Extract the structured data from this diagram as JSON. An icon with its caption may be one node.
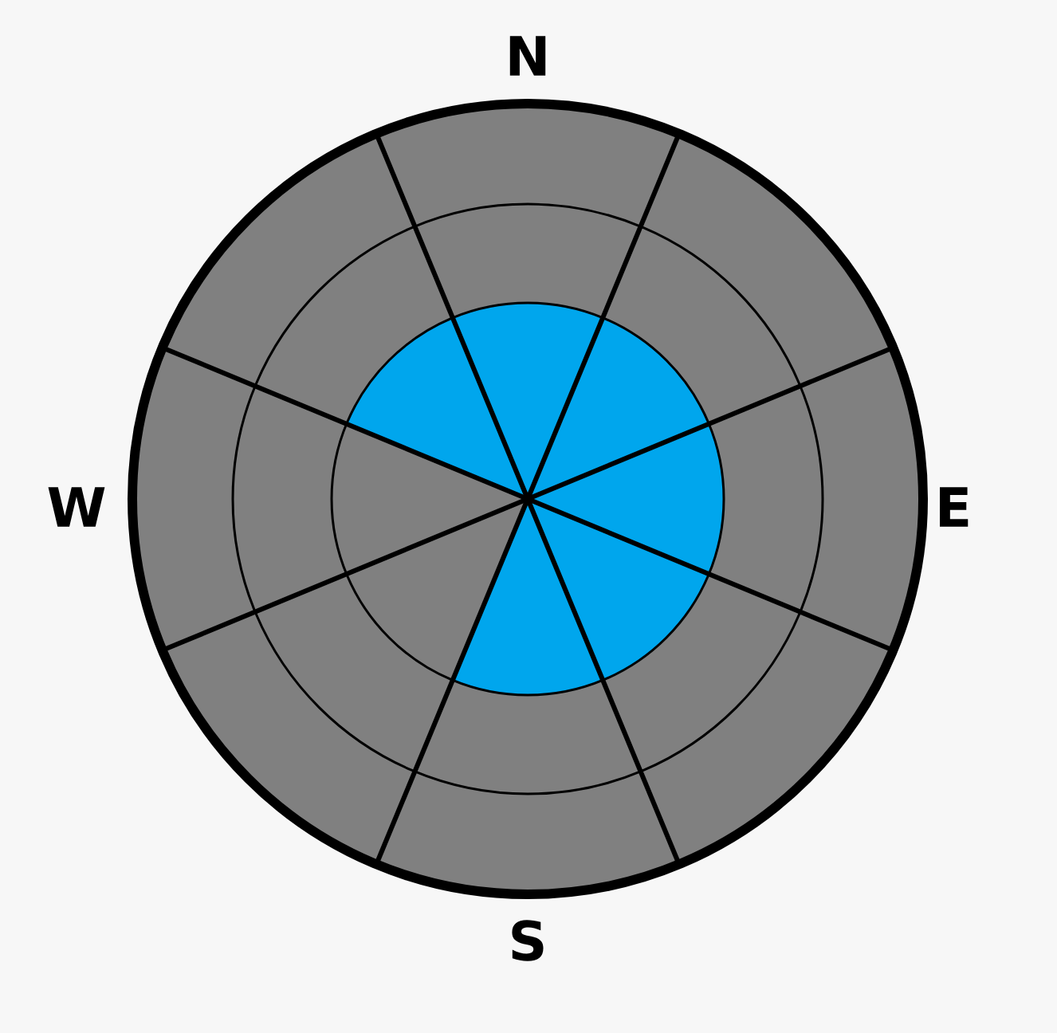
{
  "diagram": {
    "labels": [
      "N",
      "W",
      "E",
      "S"
    ]
  }
}
